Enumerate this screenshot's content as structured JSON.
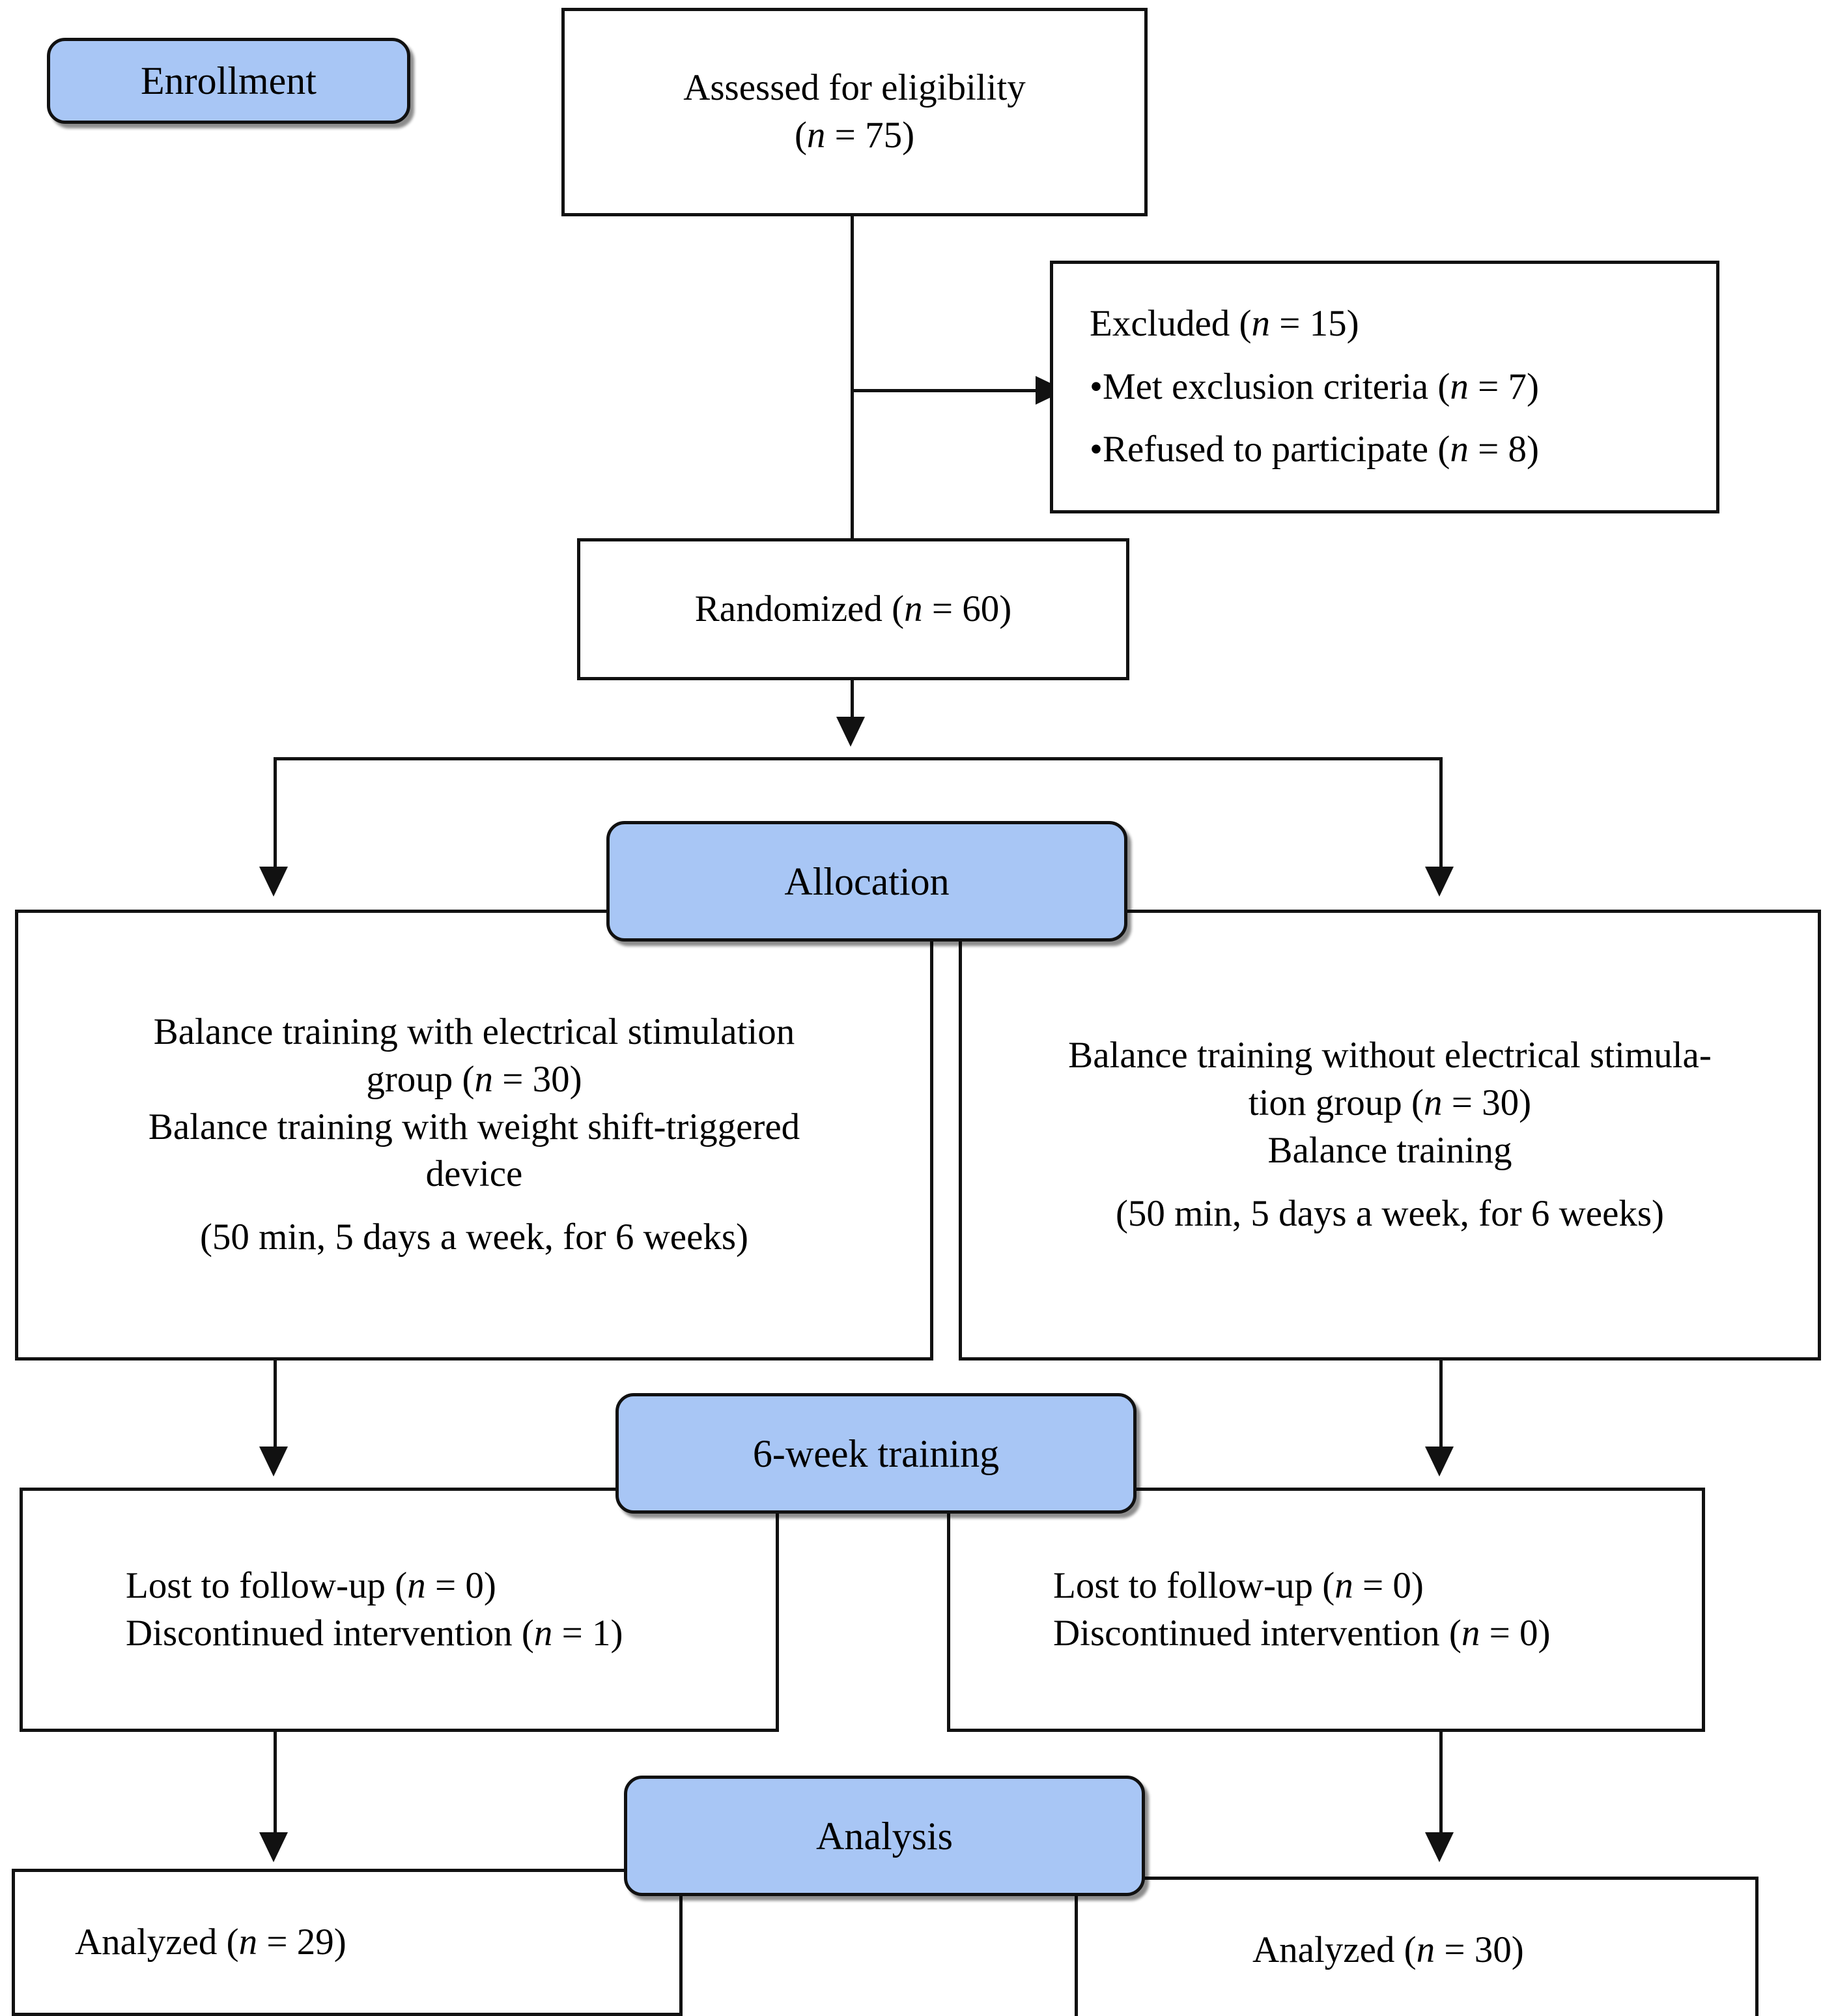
{
  "diagram": {
    "title": "CONSORT participant flow diagram",
    "accent_color": "#a8c6f5",
    "line_color": "#111111",
    "background_color": "#ffffff"
  },
  "stages": {
    "enrollment": "Enrollment",
    "allocation": "Allocation",
    "training": "6-week training",
    "analysis": "Analysis"
  },
  "nodes": {
    "assessed": {
      "line1": "Assessed for eligibility",
      "line2_prefix": "(",
      "line2_italic": "n",
      "line2_suffix": " = 75)"
    },
    "excluded": {
      "heading_prefix": "Excluded (",
      "heading_italic": "n",
      "heading_suffix": " = 15)",
      "bullet1_prefix": "•Met exclusion criteria (",
      "bullet1_italic": "n",
      "bullet1_suffix": " = 7)",
      "bullet2_prefix": "•Refused to participate (",
      "bullet2_italic": "n",
      "bullet2_suffix": " = 8)"
    },
    "randomized": {
      "prefix": "Randomized (",
      "italic": "n",
      "suffix": " = 60)"
    },
    "alloc_left": {
      "line1": "Balance training with electrical stimulation",
      "line2_prefix": "group (",
      "line2_italic": "n",
      "line2_suffix": " = 30)",
      "line3": "Balance training with weight shift-triggered",
      "line4": "device",
      "line5": "(50 min, 5 days a week, for 6 weeks)"
    },
    "alloc_right": {
      "line1": "Balance training without electrical stimula-",
      "line2_prefix": "tion group (",
      "line2_italic": "n",
      "line2_suffix": " = 30)",
      "line3": "Balance training",
      "line4": "(50 min, 5 days a week, for 6 weeks)"
    },
    "followup_left": {
      "line1_prefix": "Lost to follow-up (",
      "line1_italic": "n",
      "line1_suffix": " = 0)",
      "line2_prefix": "Discontinued intervention (",
      "line2_italic": "n",
      "line2_suffix": " = 1)"
    },
    "followup_right": {
      "line1_prefix": "Lost to follow-up (",
      "line1_italic": "n",
      "line1_suffix": " = 0)",
      "line2_prefix": "Discontinued intervention (",
      "line2_italic": "n",
      "line2_suffix": " = 0)"
    },
    "analyzed_left": {
      "prefix": "Analyzed (",
      "italic": "n",
      "suffix": " = 29)"
    },
    "analyzed_right": {
      "prefix": "Analyzed (",
      "italic": "n",
      "suffix": " = 30)"
    }
  },
  "chart_data": {
    "type": "diagram",
    "title": "CONSORT flow diagram",
    "stages": [
      "Enrollment",
      "Allocation",
      "6-week training",
      "Analysis"
    ],
    "counts": {
      "assessed_for_eligibility": 75,
      "excluded_total": 15,
      "excluded_met_exclusion_criteria": 7,
      "excluded_refused_to_participate": 8,
      "randomized": 60,
      "allocated_intervention_group": 30,
      "allocated_control_group": 30,
      "intervention_lost_to_followup": 0,
      "intervention_discontinued": 1,
      "control_lost_to_followup": 0,
      "control_discontinued": 0,
      "analyzed_intervention": 29,
      "analyzed_control": 30
    }
  }
}
